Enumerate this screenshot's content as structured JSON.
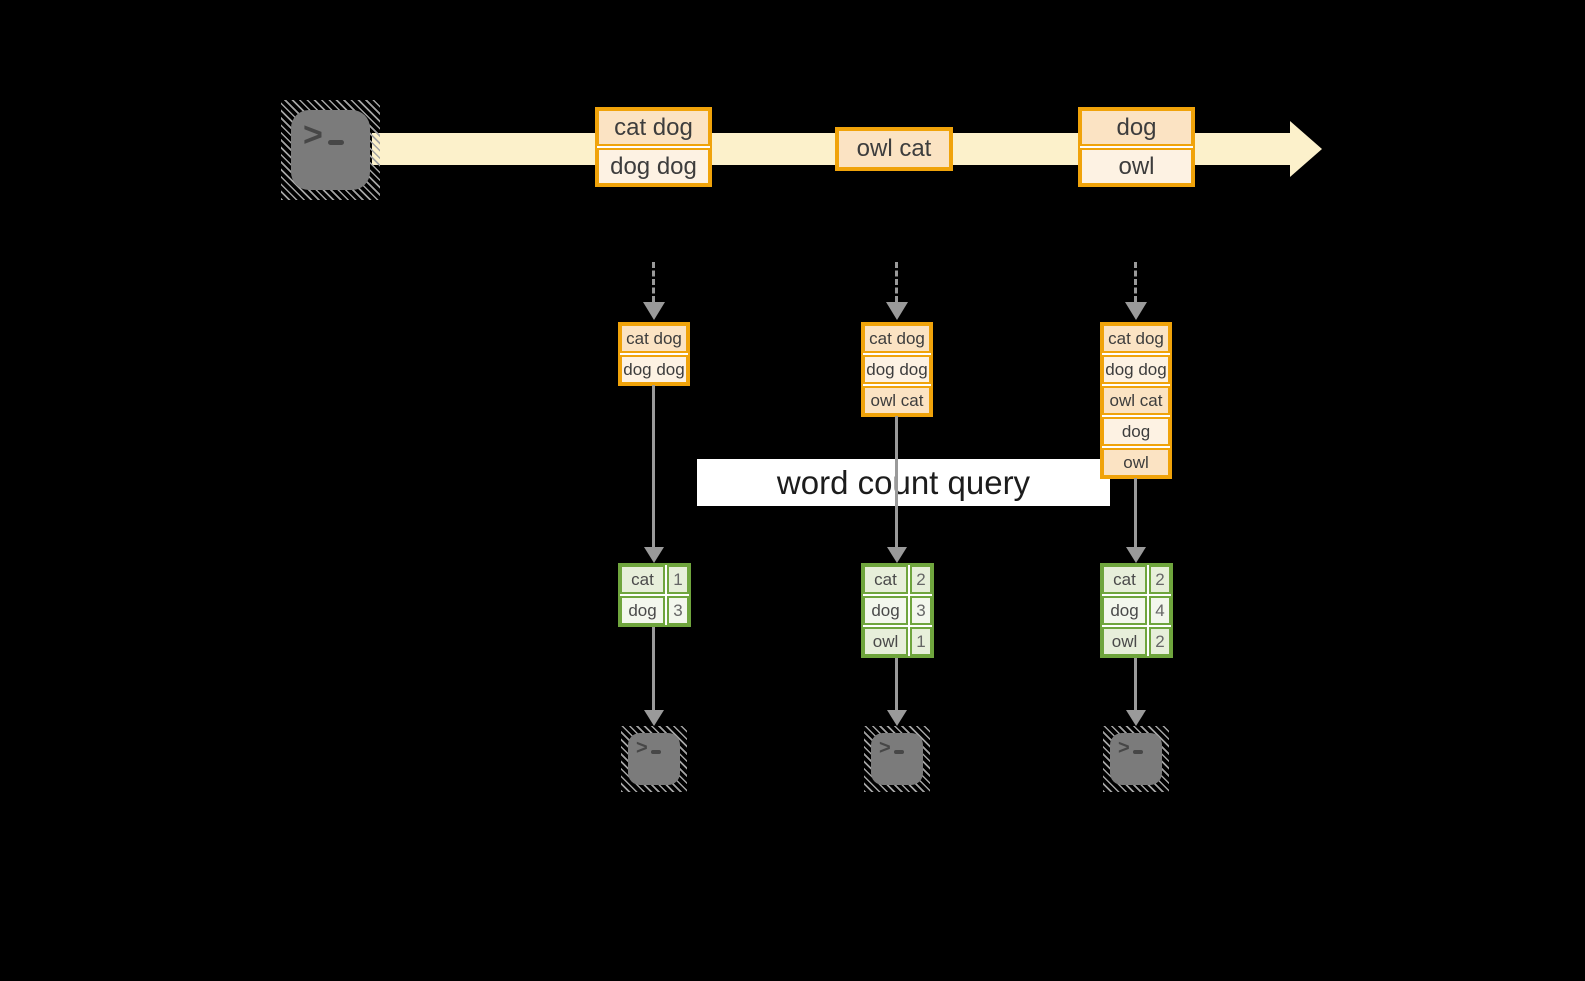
{
  "diagram": {
    "banner_label": "word count query",
    "icons": {
      "terminal_glyph": ">"
    },
    "stream": {
      "batches": [
        {
          "messages": [
            "cat dog",
            "dog dog"
          ]
        },
        {
          "messages": [
            "owl cat"
          ]
        },
        {
          "messages": [
            "dog",
            "owl"
          ]
        }
      ]
    },
    "workers": [
      {
        "buffer": [
          "cat dog",
          "dog dog"
        ],
        "counts": [
          {
            "word": "cat",
            "count": "1"
          },
          {
            "word": "dog",
            "count": "3"
          }
        ]
      },
      {
        "buffer": [
          "cat dog",
          "dog dog",
          "owl cat"
        ],
        "counts": [
          {
            "word": "cat",
            "count": "2"
          },
          {
            "word": "dog",
            "count": "3"
          },
          {
            "word": "owl",
            "count": "1"
          }
        ]
      },
      {
        "buffer": [
          "cat dog",
          "dog dog",
          "owl cat",
          "dog",
          "owl"
        ],
        "counts": [
          {
            "word": "cat",
            "count": "2"
          },
          {
            "word": "dog",
            "count": "4"
          },
          {
            "word": "owl",
            "count": "2"
          }
        ]
      }
    ],
    "colors": {
      "background": "#000000",
      "stream_band": "#FCF1CB",
      "box_border": "#F0A30A",
      "box_fill_dark": "#FBE3C3",
      "box_fill_light": "#FDF2E3",
      "table_border": "#6FA53D",
      "table_fill_dark": "#E7EFDA",
      "table_fill_light": "#F3F7ED",
      "arrow_gray": "#9A9A9A",
      "terminal_gray": "#7B7B7B",
      "text": "#3D3D3D"
    }
  }
}
